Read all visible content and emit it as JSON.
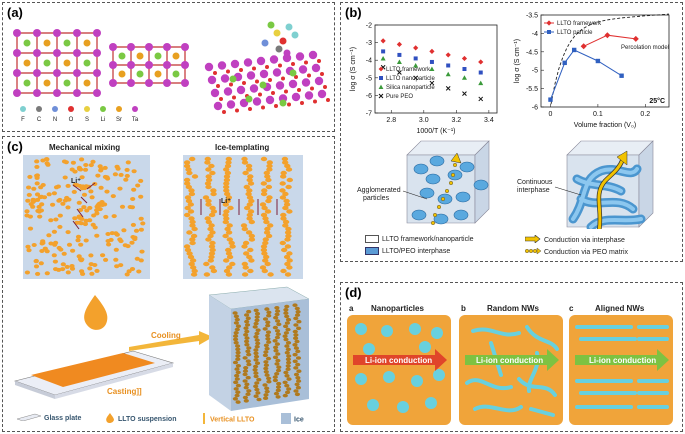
{
  "panel_a": {
    "label": "(a)",
    "legend": [
      {
        "sym": "F",
        "color": "#7fd0d0"
      },
      {
        "sym": "C",
        "color": "#7a7a7a"
      },
      {
        "sym": "N",
        "color": "#6f8fd8"
      },
      {
        "sym": "O",
        "color": "#e03030"
      },
      {
        "sym": "S",
        "color": "#e8d040"
      },
      {
        "sym": "Li",
        "color": "#7ac943"
      },
      {
        "sym": "Sr",
        "color": "#e8a020"
      },
      {
        "sym": "Ta",
        "color": "#c040c0"
      }
    ]
  },
  "panel_b": {
    "label": "(b)",
    "left_chart": {
      "type": "scatter",
      "ylabel": "log σ (S cm⁻¹)",
      "xlabel": "1000/T (K⁻¹)",
      "xticks": [
        "2.8",
        "3.0",
        "3.2",
        "3.4"
      ],
      "yticks": [
        "-2",
        "-3",
        "-4",
        "-5",
        "-6",
        "-7"
      ],
      "legend": [
        "LLTO framework",
        "LLTO nanoparticle",
        "Silica nanoparticle",
        "Pure PEO"
      ]
    },
    "right_chart": {
      "type": "line",
      "ylabel": "log σ (S cm⁻¹)",
      "xlabel": "Volume fraction (V₀)",
      "xticks": [
        "0",
        "0.1",
        "0.2"
      ],
      "yticks": [
        "-3.5",
        "-4",
        "-4.5",
        "-5",
        "-5.5",
        "-6"
      ],
      "legend": [
        "LLTO framework",
        "LLTO particle"
      ],
      "annotation": "Percolation model",
      "temp": "25°C"
    },
    "left_text_1": "Agglomerated",
    "left_text_2": "particles",
    "right_text_1": "Continuous",
    "right_text_2": "interphase",
    "key": [
      "LLTO framework/nanoparticle",
      "LLTO/PEO interphase",
      "Conduction via interphase",
      "Conduction via PEO matrix"
    ]
  },
  "panel_c": {
    "label": "(c)",
    "title_left": "Mechanical mixing",
    "title_right": "Ice-templating",
    "li_label": "Li⁺",
    "cooling": "Cooling",
    "casting": "Casting]]",
    "legend": [
      "Glass plate",
      "LLTO suspension",
      "Vertical LLTO",
      "Ice"
    ]
  },
  "panel_d": {
    "label": "(d)",
    "sub": [
      {
        "letter": "a",
        "title": "Nanoparticles"
      },
      {
        "letter": "b",
        "title": "Random NWs"
      },
      {
        "letter": "c",
        "title": "Aligned NWs"
      }
    ],
    "conduction": "Li-ion conduction"
  },
  "chart_data": [
    {
      "type": "scatter",
      "xlabel": "1000/T (K⁻¹)",
      "ylabel": "log σ (S cm⁻¹)",
      "xlim": [
        2.7,
        3.45
      ],
      "ylim": [
        -7,
        -2
      ],
      "series": [
        {
          "name": "LLTO framework",
          "color": "#e03030",
          "x": [
            2.75,
            2.85,
            2.95,
            3.05,
            3.15,
            3.25,
            3.35
          ],
          "y": [
            -2.9,
            -3.1,
            -3.3,
            -3.5,
            -3.7,
            -3.9,
            -4.1
          ]
        },
        {
          "name": "LLTO nanoparticle",
          "color": "#3050c0",
          "x": [
            2.75,
            2.85,
            2.95,
            3.05,
            3.15,
            3.25,
            3.35
          ],
          "y": [
            -3.5,
            -3.7,
            -3.9,
            -4.1,
            -4.3,
            -4.5,
            -4.7
          ]
        },
        {
          "name": "Silica nanoparticle",
          "color": "#3a9a3a",
          "x": [
            2.75,
            2.85,
            2.95,
            3.05,
            3.15,
            3.25,
            3.35
          ],
          "y": [
            -3.9,
            -4.1,
            -4.3,
            -4.5,
            -4.8,
            -5.0,
            -5.3
          ]
        },
        {
          "name": "Pure PEO",
          "color": "#111111",
          "x": [
            2.75,
            2.85,
            2.95,
            3.05,
            3.15,
            3.25,
            3.35
          ],
          "y": [
            -4.4,
            -4.7,
            -5.0,
            -5.3,
            -5.6,
            -5.9,
            -6.2
          ]
        }
      ]
    },
    {
      "type": "line",
      "xlabel": "Volume fraction (V₀)",
      "ylabel": "log σ (S cm⁻¹)",
      "xlim": [
        -0.02,
        0.25
      ],
      "ylim": [
        -6,
        -3.5
      ],
      "series": [
        {
          "name": "LLTO framework",
          "color": "#e03030",
          "x": [
            0.07,
            0.12,
            0.18
          ],
          "y": [
            -4.35,
            -4.05,
            -4.15
          ]
        },
        {
          "name": "LLTO particle",
          "color": "#3060c0",
          "x": [
            0,
            0.03,
            0.05,
            0.1,
            0.15
          ],
          "y": [
            -5.8,
            -4.8,
            -4.45,
            -4.75,
            -5.15
          ]
        }
      ]
    }
  ]
}
